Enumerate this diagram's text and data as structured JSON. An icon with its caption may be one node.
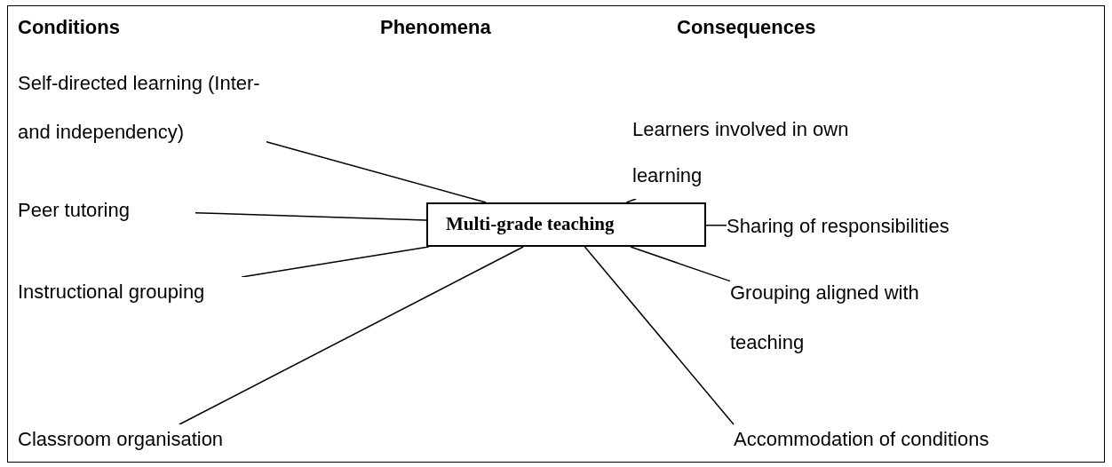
{
  "diagram": {
    "nodes": [
      {
        "text": [
          "Self-directed learning (Inter- and independency)"
        ]
      },
      {
        "text": [
          "Peer tutoring"
        ]
      },
      {
        "text": [
          "Instructional grouping"
        ]
      },
      {
        "text": [
          "Classroom organisation"
        ]
      },
      {
        "text": [
          "Multi-grade teaching"
        ]
      },
      {
        "text": [
          "Learners involved in own learning"
        ]
      },
      {
        "text": [
          "Sharing of responsibilities"
        ]
      },
      {
        "text": [
          "Grouping aligned with teaching"
        ]
      },
      {
        "text": [
          "Accommodation of conditions"
        ]
      }
    ],
    "edges": [
      {
        "from": 0,
        "to": 4,
        "arrow": "none"
      },
      {
        "from": 1,
        "to": 4,
        "arrow": "none"
      },
      {
        "from": 2,
        "to": 4,
        "arrow": "none"
      },
      {
        "from": 3,
        "to": 4,
        "arrow": "none"
      },
      {
        "from": 4,
        "to": 5,
        "arrow": "none"
      },
      {
        "from": 4,
        "to": 6,
        "arrow": "none"
      },
      {
        "from": 4,
        "to": 7,
        "arrow": "none"
      },
      {
        "from": 4,
        "to": 8,
        "arrow": "none"
      }
    ],
    "labels": [
      "Conditions",
      "Phenomena",
      "Consequences"
    ]
  }
}
